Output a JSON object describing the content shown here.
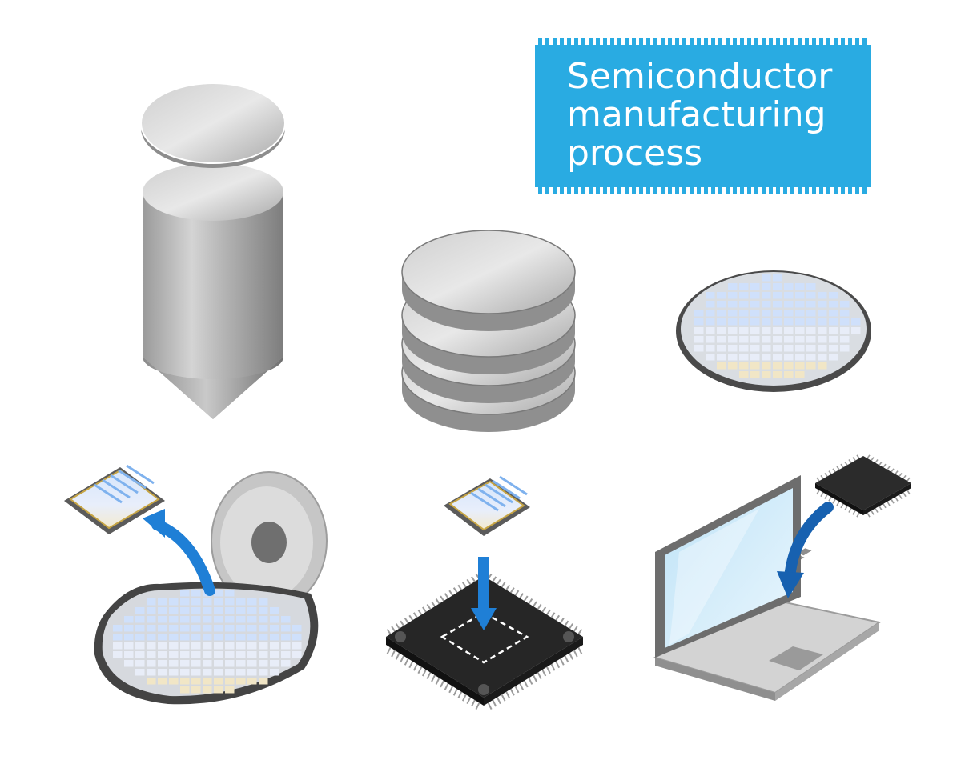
{
  "title": {
    "lines": [
      "Semiconductor",
      "manufacturing",
      "process"
    ],
    "background_color": "#29abe2",
    "text_color": "#ffffff"
  },
  "colors": {
    "metal_light": "#e2e2e2",
    "metal_mid": "#b5b5b5",
    "metal_dark": "#8c8c8c",
    "wafer_rim": "#4a4a4a",
    "chip_body": "#2b2b2b",
    "arrow_blue": "#1f7fd6"
  },
  "illustrations": [
    {
      "name": "silicon-ingot",
      "icon": "ingot-icon"
    },
    {
      "name": "sliced-wafer-stack",
      "icon": "wafer-stack-icon"
    },
    {
      "name": "patterned-wafer",
      "icon": "patterned-wafer-icon"
    },
    {
      "name": "wafer-dicing",
      "icon": "dicing-saw-icon"
    },
    {
      "name": "chip-packaging",
      "icon": "chip-package-icon"
    },
    {
      "name": "laptop-assembly",
      "icon": "laptop-icon"
    }
  ]
}
